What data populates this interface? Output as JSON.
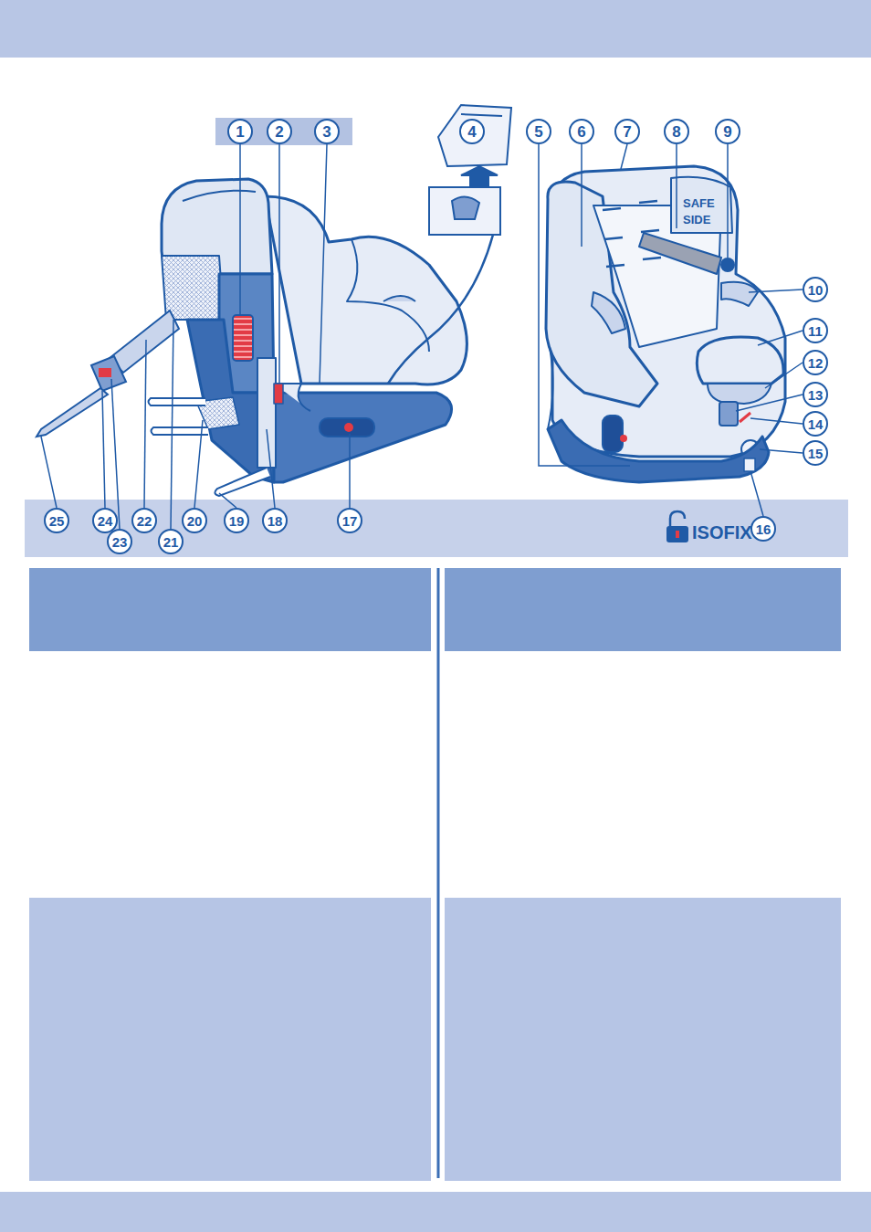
{
  "diagram": {
    "labels": [
      "1",
      "2",
      "3",
      "4",
      "5",
      "6",
      "7",
      "SAFE",
      "SIDE",
      "8",
      "9",
      "10",
      "11",
      "12",
      "13",
      "14",
      "15",
      "25",
      "24",
      "22",
      "20",
      "19",
      "18",
      "17",
      "ISOFIX",
      "16",
      "23",
      "21"
    ]
  }
}
